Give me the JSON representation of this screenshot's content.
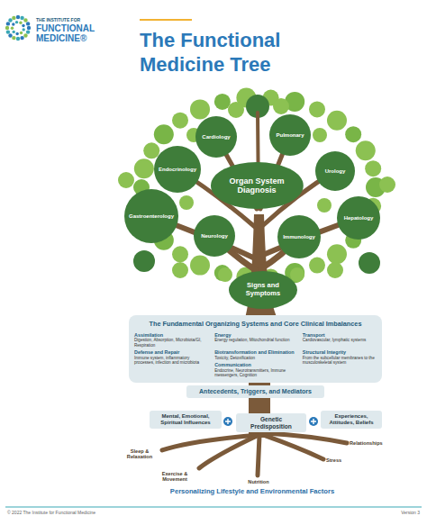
{
  "diagram": {
    "title": "The Functional Medicine Tree",
    "nodes": [
      {
        "text": [
          "Cardiology"
        ]
      },
      {
        "text": [
          "Pulmonary"
        ]
      },
      {
        "text": [
          "Endocrinology"
        ]
      },
      {
        "text": [
          "Organ System Diagnosis"
        ]
      },
      {
        "text": [
          "Urology"
        ]
      },
      {
        "text": [
          "Gastroenterology"
        ]
      },
      {
        "text": [
          "Hepatology"
        ]
      },
      {
        "text": [
          "Neurology"
        ]
      },
      {
        "text": [
          "Immunology"
        ]
      },
      {
        "text": [
          "Signs and Symptoms"
        ]
      },
      {
        "text": [
          "The Fundamental Organizing Systems and Core Clinical Imbalances"
        ]
      },
      {
        "text": [
          "Assimilation",
          "Digestion, Absorption, Microbiota/GI, Respiration"
        ],
        "in": 10
      },
      {
        "text": [
          "Defense and Repair",
          "Immune system, inflammatory processes, infection and microbiota"
        ],
        "in": 10
      },
      {
        "text": [
          "Energy",
          "Energy regulation, Mitochondrial function"
        ],
        "in": 10
      },
      {
        "text": [
          "Biotransformation and Elimination",
          "Toxicity, Detoxification"
        ],
        "in": 10
      },
      {
        "text": [
          "Communication",
          "Endocrine, Neurotransmitters, Immune messengers, Cognition"
        ],
        "in": 10
      },
      {
        "text": [
          "Transport",
          "Cardiovascular, lymphatic systems"
        ],
        "in": 10
      },
      {
        "text": [
          "Structural Integrity",
          "From the subcellular membranes to the musculoskeletal system"
        ],
        "in": 10
      },
      {
        "text": [
          "Antecedents, Triggers, and Mediators"
        ]
      },
      {
        "text": [
          "Mental, Emotional, Spiritual Influences"
        ]
      },
      {
        "text": [
          "Genetic Predisposition"
        ]
      },
      {
        "text": [
          "Experiences, Attitudes, Beliefs"
        ]
      }
    ],
    "labels": [
      "THE INSTITUTE FOR",
      "FUNCTIONAL",
      "MEDICINE®",
      "Sleep & Relaxation",
      "Exercise & Movement",
      "Nutrition",
      "Stress",
      "Relationships",
      "Personalizing Lifestyle and Environmental Factors",
      "© 2022 The Institute for Functional Medicine",
      "Version 3"
    ]
  }
}
